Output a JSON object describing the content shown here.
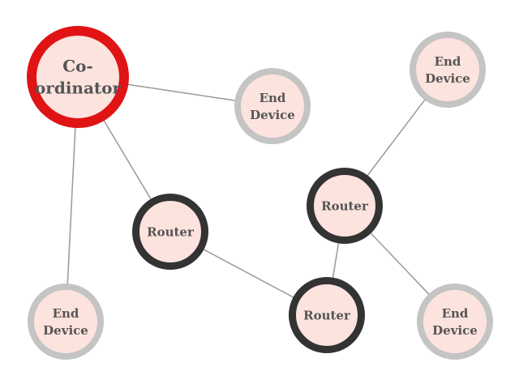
{
  "colors": {
    "background": "#ffffff",
    "node_fill": "#fde3de",
    "edge": "#999999",
    "coordinator_ring": "#e01414",
    "router_ring": "#333333",
    "end_device_ring": "#c4c4c4",
    "label": "#555555"
  },
  "nodes": {
    "coordinator": {
      "type": "coordinator",
      "lines": [
        "Co-",
        "ordinator"
      ]
    },
    "end_device_top_center": {
      "type": "end_device",
      "lines": [
        "End",
        "Device"
      ]
    },
    "end_device_top_right": {
      "type": "end_device",
      "lines": [
        "End",
        "Device"
      ]
    },
    "router_left": {
      "type": "router",
      "lines": [
        "Router"
      ]
    },
    "router_right": {
      "type": "router",
      "lines": [
        "Router"
      ]
    },
    "router_bottom": {
      "type": "router",
      "lines": [
        "Router"
      ]
    },
    "end_device_bottom_left": {
      "type": "end_device",
      "lines": [
        "End",
        "Device"
      ]
    },
    "end_device_bottom_right": {
      "type": "end_device",
      "lines": [
        "End",
        "Device"
      ]
    }
  },
  "edges": [
    {
      "from": "coordinator",
      "to": "end_device_top_center"
    },
    {
      "from": "coordinator",
      "to": "router_left"
    },
    {
      "from": "coordinator",
      "to": "end_device_bottom_left"
    },
    {
      "from": "router_left",
      "to": "router_bottom"
    },
    {
      "from": "router_bottom",
      "to": "router_right"
    },
    {
      "from": "router_right",
      "to": "end_device_top_right"
    },
    {
      "from": "router_right",
      "to": "end_device_bottom_right"
    }
  ]
}
